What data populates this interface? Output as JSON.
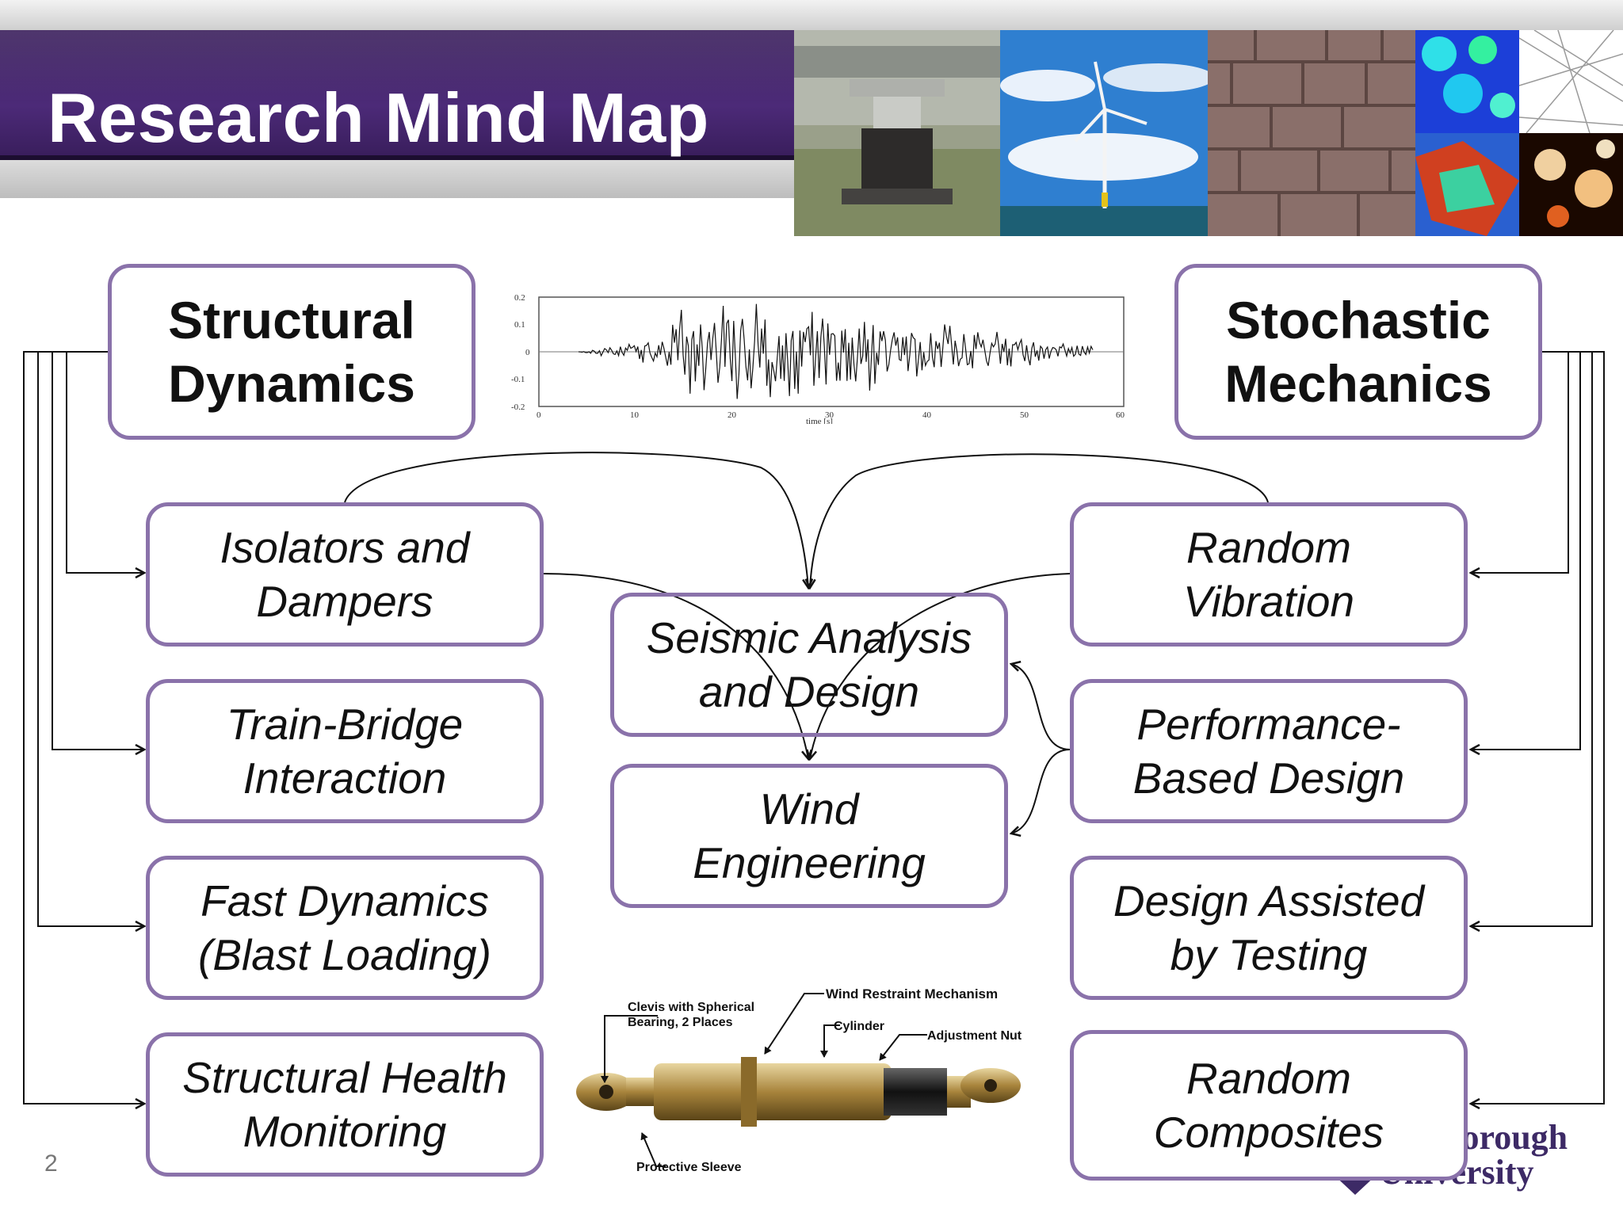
{
  "slide": {
    "title": "Research Mind Map",
    "page_number": "2"
  },
  "main_topics": {
    "left": "Structural\nDynamics",
    "right": "Stochastic\nMechanics"
  },
  "left_topics": [
    "Isolators and\nDampers",
    "Train-Bridge\nInteraction",
    "Fast Dynamics\n(Blast Loading)",
    "Structural Health\nMonitoring"
  ],
  "center_topics": [
    "Seismic Analysis\nand Design",
    "Wind\nEngineering"
  ],
  "right_topics": [
    "Random\nVibration",
    "Performance-\nBased Design",
    "Design Assisted\nby Testing",
    "Random\nComposites"
  ],
  "seismic_plot": {
    "y_ticks": [
      "0.2",
      "0.1",
      "0",
      "-0.1",
      "-0.2"
    ],
    "x_ticks": [
      "0",
      "10",
      "20",
      "30",
      "40",
      "50",
      "60"
    ],
    "xlabel": "time [s]"
  },
  "damper_labels": {
    "clevis": "Clevis with Spherical\nBearing, 2 Places",
    "wind_restraint": "Wind Restraint Mechanism",
    "cylinder": "Cylinder",
    "adjustment_nut": "Adjustment Nut",
    "protective_sleeve": "Protective Sleeve"
  },
  "logo": {
    "line1": "borough",
    "line2": "University"
  },
  "colors": {
    "banner": "#4c2a78",
    "box_border": "#8a72aa",
    "logo": "#3d2a66"
  }
}
